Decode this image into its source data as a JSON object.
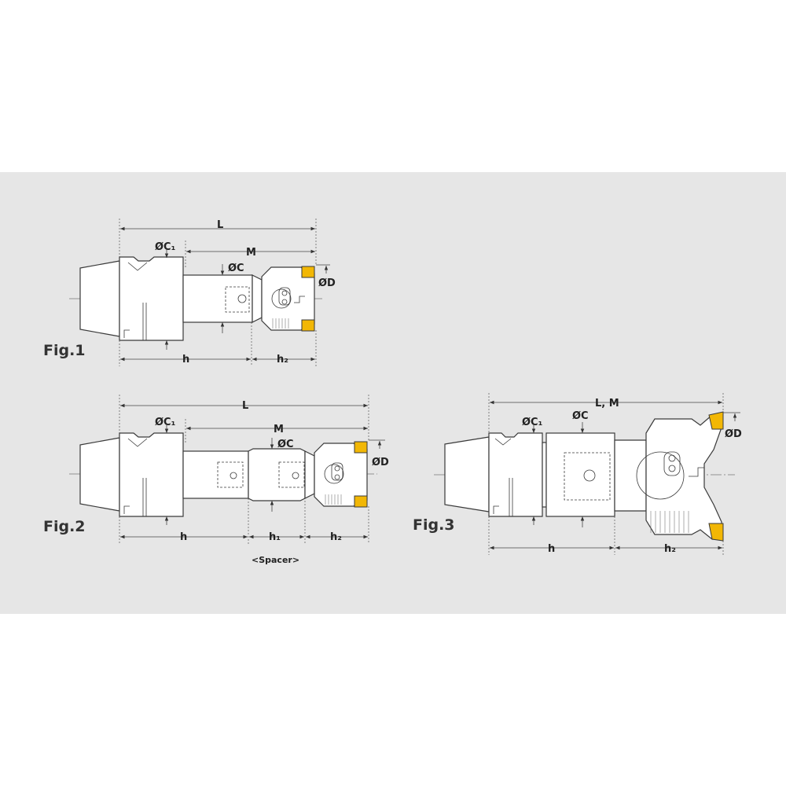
{
  "figures": [
    {
      "label": "Fig.1",
      "dims": {
        "L": "L",
        "M": "M",
        "C1": "ØC₁",
        "C": "ØC",
        "D": "ØD",
        "h": "h",
        "h2": "h₂"
      }
    },
    {
      "label": "Fig.2",
      "dims": {
        "L": "L",
        "M": "M",
        "C1": "ØC₁",
        "C": "ØC",
        "D": "ØD",
        "h": "h",
        "h1": "h₁",
        "h2": "h₂",
        "spacer": "<Spacer>"
      }
    },
    {
      "label": "Fig.3",
      "dims": {
        "LM": "L, M",
        "C1": "ØC₁",
        "C": "ØC",
        "D": "ØD",
        "h": "h",
        "h2": "h₂"
      }
    }
  ],
  "colors": {
    "background": "#e6e6e6",
    "insert": "#f2b705",
    "line": "#3a3a3a"
  }
}
